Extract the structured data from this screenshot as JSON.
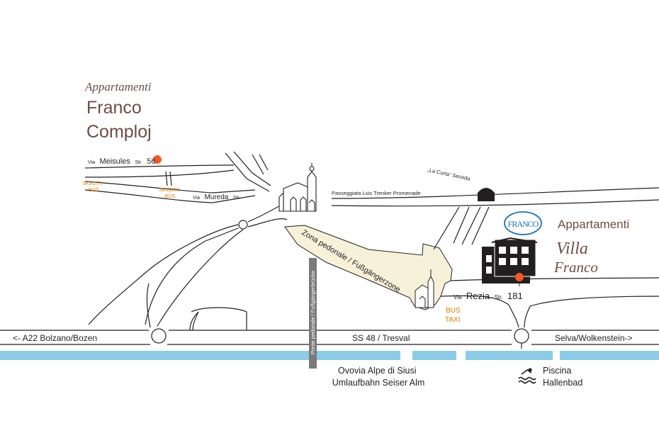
{
  "colors": {
    "road_line": "#231f20",
    "pedestrian_zone": "#f7f1d9",
    "river": "#8ccbe8",
    "bridge": "#7a7a7a",
    "marker": "#f15a24",
    "bus_label": "#e07b00",
    "brand_brown": "#6e4d43",
    "brand_blue": "#1a73b8"
  },
  "left_brand": {
    "line1": "Appartamenti",
    "line2": "Franco",
    "line3": "Comploj"
  },
  "right_brand": {
    "logo_text": "FRANCO",
    "line1": "Appartamenti",
    "line2": "Villa",
    "line3": "Franco"
  },
  "streets": {
    "meisules": {
      "prefix": "Via",
      "name": "Meisules",
      "suffix": "Str.",
      "number": "56"
    },
    "mureda": {
      "prefix": "Via",
      "name": "Mureda",
      "suffix": "Str."
    },
    "rezia": {
      "prefix": "Via",
      "name": "Rezia",
      "suffix": "Str.",
      "number": "181"
    },
    "promenade": "Passeggiata Luis Trenker Promenade",
    "pedestrian_zone": "Zona pedonale / Fußgängerzone",
    "bridge": "Ponte pedonale / Fußgängerbrücke",
    "tunnel": "„La Curta“ Seceda",
    "ss48": "SS 48  /  Tresval",
    "west": "<- A22 Bolzano/Bozen",
    "east": "Selva/Wolkenstein->"
  },
  "bus_labels": {
    "skicity_1a": "SKI/CITY",
    "skicity_1b": "BUS",
    "skicity_2a": "SKI/CITY",
    "skicity_2b": "BUS",
    "bus": "BUS",
    "taxi": "TAXI"
  },
  "pois": {
    "ovovia_1": "Ovovia Alpe di Siusi",
    "ovovia_2": "Umlaufbahn Seiser Alm",
    "piscina_1": "Piscina",
    "piscina_2": "Hallenbad"
  },
  "icons": [
    "church-icon",
    "house-icon",
    "pool-icon",
    "tunnel-icon",
    "location-marker-icon"
  ]
}
